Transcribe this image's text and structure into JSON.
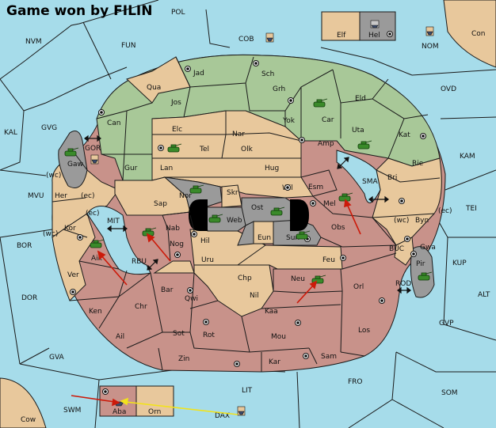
{
  "title": "Game won by FILIN",
  "colors": {
    "sea": "#a6dcea",
    "green": "#a8c898",
    "tan": "#e8c89c",
    "rose": "#c8928a",
    "grey": "#9a9a9a",
    "black": "#000000",
    "border": "#1a1a1a",
    "arrow_red": "#cc1a0a",
    "arrow_yellow": "#f2e31a"
  },
  "sea_labels": {
    "pol": "POL",
    "nvm": "NVM",
    "fun": "FUN",
    "cob": "COB",
    "nom": "NOM",
    "con": "Con",
    "kal": "KAL",
    "gvg": "GVG",
    "gor": "GOR",
    "ovd": "OVD",
    "kam": "KAM",
    "sma": "SMA",
    "tei": "TEI",
    "mvu": "MVU",
    "mit": "MIT",
    "bor": "BOR",
    "rbu": "RBU",
    "buc": "BUC",
    "kup": "KUP",
    "rod": "ROD",
    "alt": "ALT",
    "dor": "DOR",
    "gvp": "GVP",
    "gva": "GVA",
    "fro": "FRO",
    "lit": "LIT",
    "som": "SOM",
    "swm": "SWM",
    "dax": "DAX",
    "cow": "Cow"
  },
  "land_labels": {
    "elf": "Elf",
    "hel": "Hel",
    "jad": "Jad",
    "sch": "Sch",
    "qua": "Qua",
    "jos": "Jos",
    "grh": "Grh",
    "eld": "Eld",
    "can": "Can",
    "yok": "Yok",
    "car": "Car",
    "elc": "Elc",
    "nar": "Nar",
    "uta": "Uta",
    "kat": "Kat",
    "tel": "Tel",
    "olk": "Olk",
    "amp": "Amp",
    "gaw": "Gaw",
    "gur": "Gur",
    "lan": "Lan",
    "hug": "Hug",
    "rie": "Rie",
    "bri": "Bri",
    "nor": "Nor",
    "skr": "Skr",
    "wil": "Wil",
    "esm": "Esm",
    "her": "Her",
    "sap": "Sap",
    "ost": "Ost",
    "mel": "Mel",
    "web": "Web",
    "byn": "Byn",
    "kor": "Kor",
    "nab": "Nab",
    "eun": "Eun",
    "sun": "Sun",
    "obs": "Obs",
    "gwa": "Gwa",
    "hil": "Hil",
    "aik": "Aik",
    "nog": "Nog",
    "uru": "Uru",
    "feu": "Feu",
    "pir": "Pir",
    "ver": "Ver",
    "chp": "Chp",
    "neu": "Neu",
    "orl": "Orl",
    "bar": "Bar",
    "qwi": "Qwi",
    "nil": "Nil",
    "ken": "Ken",
    "chr": "Chr",
    "kaa": "Kaa",
    "los": "Los",
    "ail": "Ail",
    "sot": "Sot",
    "rot": "Rot",
    "mou": "Mou",
    "zin": "Zin",
    "kar": "Kar",
    "sam": "Sam",
    "aba": "Aba",
    "orn": "Orn"
  },
  "coast_tags": {
    "wc1": "(wc)",
    "ec1": "(ec)",
    "ec2": "(ec)",
    "wc2": "(wc)",
    "wc3": "(wc)",
    "ec3": "(ec)"
  }
}
